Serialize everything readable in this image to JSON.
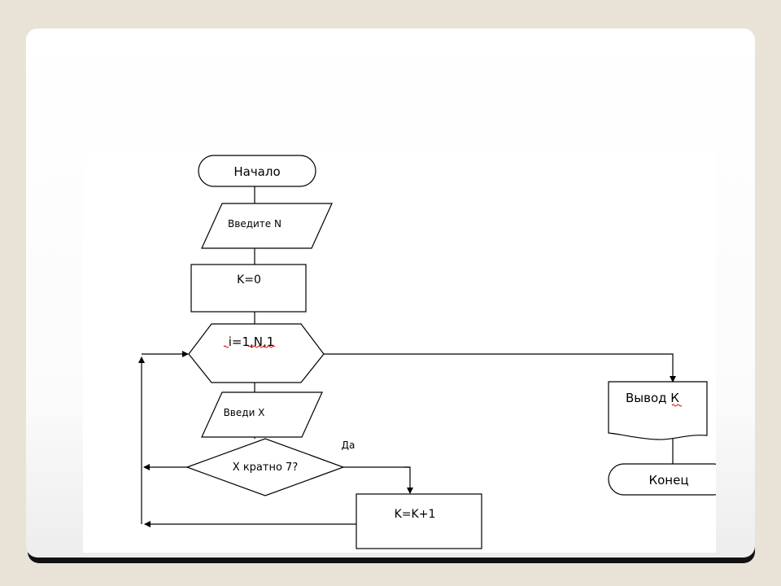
{
  "flowchart": {
    "start": "Начало",
    "input_n": "Введите N",
    "init_k": "K=0",
    "loop": "i=1,N,1",
    "input_x": "Введи X",
    "condition": "X кратно 7?",
    "yes_label": "Да",
    "increment": "K=K+1",
    "output": "Вывод К",
    "end": "Конец"
  },
  "colors": {
    "background": "#e9e2d7",
    "slide": "#ffffff",
    "stroke": "#000000",
    "spellcheck": "#cc0000"
  }
}
